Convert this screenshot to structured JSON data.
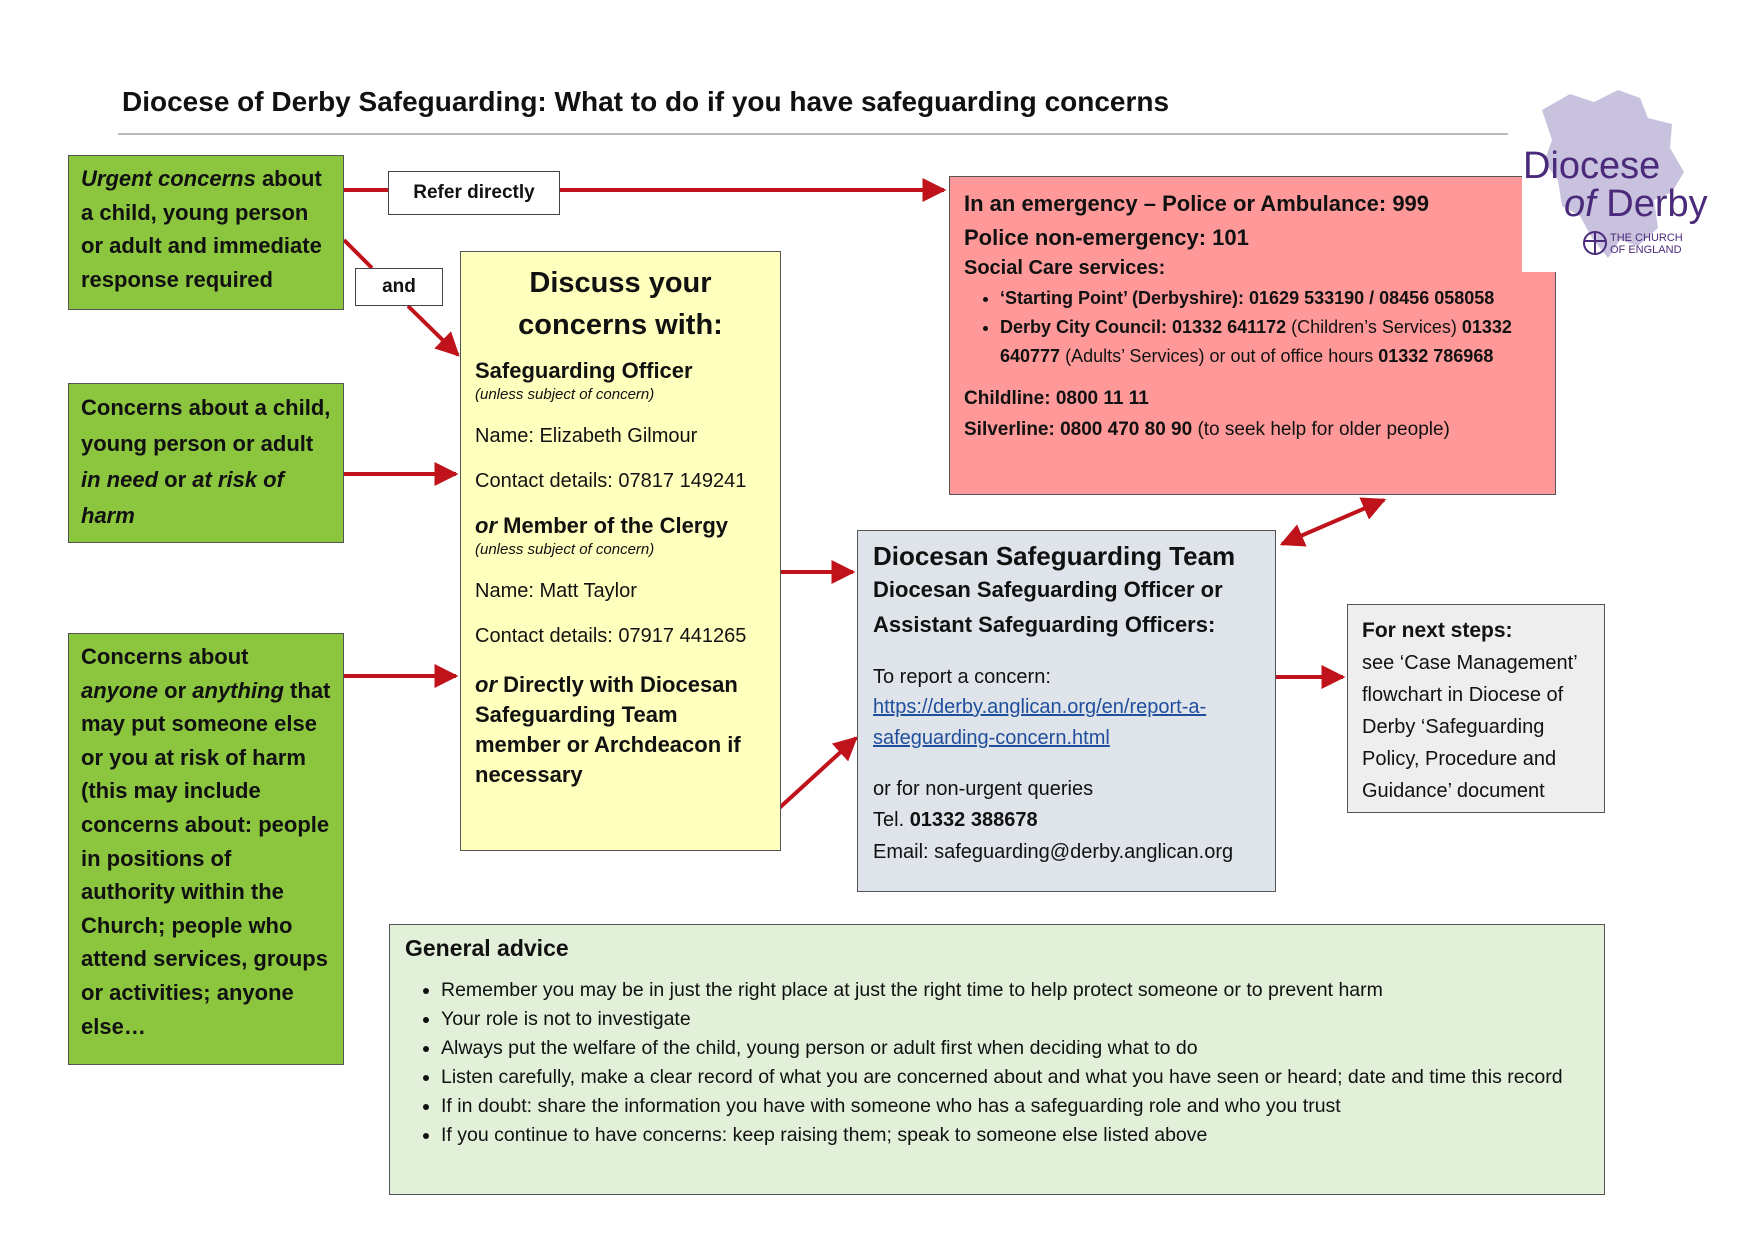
{
  "title": "Diocese of Derby Safeguarding: What to do if you have safeguarding concerns",
  "colors": {
    "arrow": "#c0121a",
    "green_box": "#8cc63f",
    "yellow_box": "#ffffbe",
    "red_box": "#ff9999",
    "blue_box": "#dfe3ea",
    "logo_purple": "#4b2a7b"
  },
  "urgent": {
    "em": "Urgent concerns",
    "rest": " about a child, young person or adult and immediate response required"
  },
  "labels": {
    "refer": "Refer directly",
    "and": "and"
  },
  "need": {
    "a": "Concerns about a child, young person or adult ",
    "b": "in need",
    "c": " or ",
    "d": "at risk of harm"
  },
  "anyone": {
    "a": "Concerns about ",
    "b": "anyone",
    "c": " or ",
    "d": "anything",
    "e": " that may put someone else or you at risk of harm (this may include concerns about: people in positions of authority within the Church; people who attend services, groups or activities; anyone else…"
  },
  "discuss": {
    "heading": "Discuss your concerns with:",
    "officer_title": "Safeguarding Officer",
    "unless": "(unless subject of concern)",
    "officer_name": "Name: Elizabeth Gilmour",
    "officer_contact": "Contact details: 07817 149241",
    "or": "or",
    "clergy_title": " Member of the Clergy",
    "clergy_name": "Name: Matt Taylor",
    "clergy_contact": "Contact details: 07917 441265",
    "direct": " Directly with Diocesan Safeguarding Team member or Archdeacon if necessary"
  },
  "emergency": {
    "line1": "In an emergency – Police or Ambulance:  999",
    "line2": "Police non-emergency: 101",
    "social": "Social Care services:",
    "b1": "‘Starting Point’ (Derbyshire): 01629 533190 / 08456 058058",
    "b2a": "Derby City Council:  01332 641172",
    "b2b": " (Children’s Services)",
    "b2c": "01332 640777",
    "b2d": " (Adults’ Services) or out of office hours ",
    "b2e": "01332 786968",
    "childline": "Childline: 0800 11 11",
    "silver_a": "Silverline: 0800 470 80 90",
    "silver_b": " (to seek help for older people)"
  },
  "team": {
    "title": "Diocesan Safeguarding Team",
    "sub": "Diocesan Safeguarding Officer or Assistant Safeguarding Officers:",
    "report": "To report a concern:",
    "link": "https://derby.anglican.org/en/report-a-safeguarding-concern.html",
    "nonurgent": "or for non-urgent queries",
    "tel_label": "Tel.  ",
    "tel": "01332 388678",
    "email": "Email: safeguarding@derby.anglican.org"
  },
  "next": {
    "title": "For next steps:",
    "body": "see ‘Case Management’ flowchart in Diocese of Derby ‘Safeguarding Policy, Procedure and Guidance’ document"
  },
  "advice": {
    "title": "General advice",
    "items": [
      "Remember you may be in just the right place at just the right time to help protect someone or to prevent harm",
      "Your role is not to investigate",
      "Always put the welfare of the child, young person or adult first when deciding what to do",
      "Listen carefully, make a clear record of what you are concerned about and what you have seen or heard; date and time this record",
      "If in doubt: share the information you have with someone who has a safeguarding role and who you trust",
      "If you continue to have concerns: keep raising them; speak to someone else listed above"
    ]
  },
  "logo": {
    "line1": "Diocese",
    "of": "of",
    "derby": " Derby",
    "coe1": "THE CHURCH",
    "coe2": "OF ENGLAND"
  }
}
